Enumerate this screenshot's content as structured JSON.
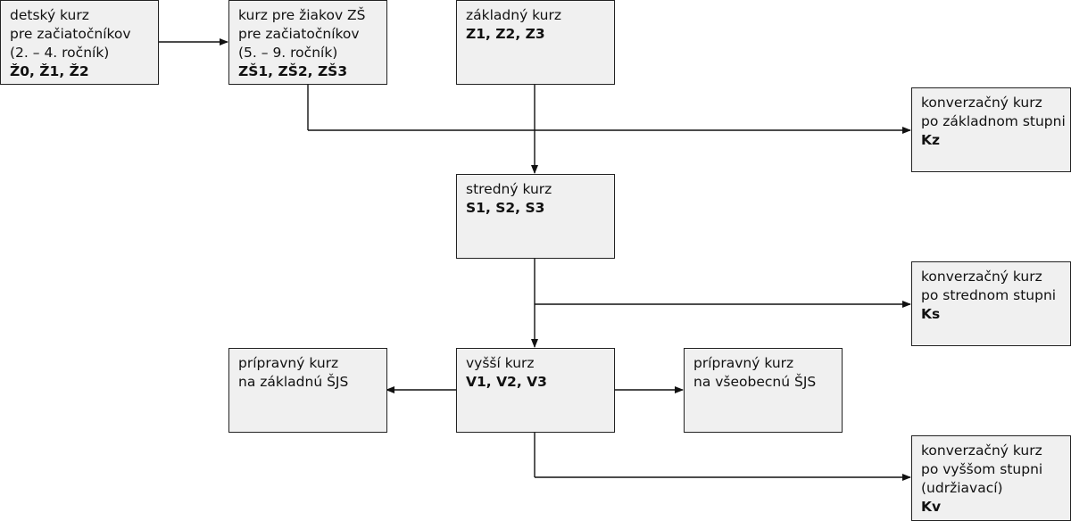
{
  "courses": {
    "child": {
      "lines": [
        "detský kurz",
        "pre začiatočníkov",
        "(2. – 4. ročník)"
      ],
      "code": "Ž0, Ž1, Ž2"
    },
    "elementary_pupils": {
      "lines": [
        "kurz pre žiakov ZŠ",
        "pre začiatočníkov",
        "(5. – 9. ročník)"
      ],
      "code": "ZŠ1, ZŠ2, ZŠ3"
    },
    "basic": {
      "lines": [
        "základný kurz"
      ],
      "code": "Z1, Z2, Z3"
    },
    "conv_basic": {
      "lines": [
        "konverzačný kurz",
        "po základnom stupni"
      ],
      "code": "Kz"
    },
    "intermediate": {
      "lines": [
        "stredný kurz"
      ],
      "code": "S1, S2, S3"
    },
    "conv_intermediate": {
      "lines": [
        "konverzačný kurz",
        "po strednom stupni"
      ],
      "code": "Ks"
    },
    "prep_basic": {
      "lines": [
        "prípravný kurz",
        "na základnú ŠJS"
      ],
      "code": ""
    },
    "advanced": {
      "lines": [
        "vyšší kurz"
      ],
      "code": "V1, V2, V3"
    },
    "prep_general": {
      "lines": [
        "prípravný kurz",
        "na všeobecnú ŠJS"
      ],
      "code": ""
    },
    "conv_advanced": {
      "lines": [
        "konverzačný kurz",
        "po vyššom stupni",
        "(udržiavací)"
      ],
      "code": "Kv"
    }
  },
  "colors": {
    "box_fill": "#f0f0f0",
    "border": "#222222",
    "arrow": "#111111"
  }
}
